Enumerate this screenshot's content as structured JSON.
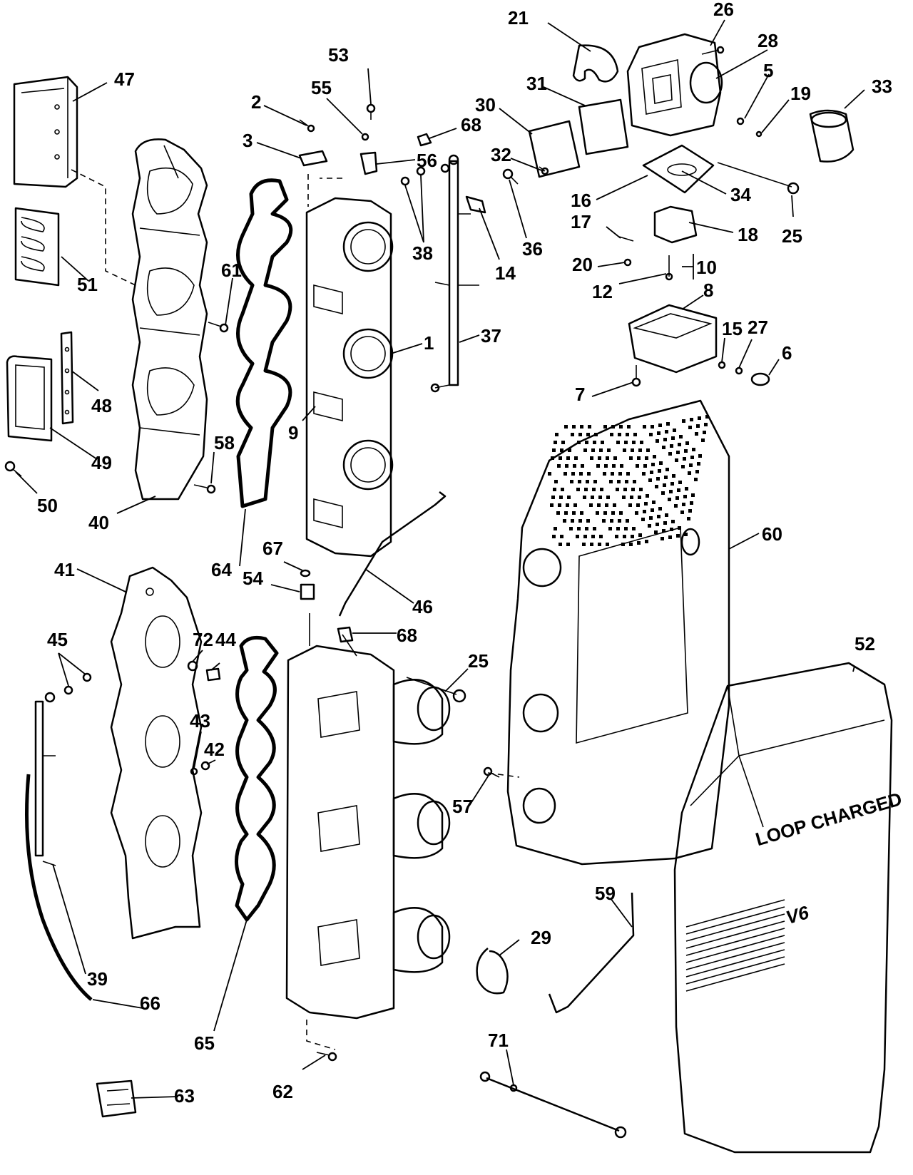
{
  "colors": {
    "ink": "#000000",
    "paper": "#ffffff"
  },
  "decals": {
    "cover_badge": "V6",
    "cover_script": "LOOP CHARGED"
  },
  "callouts": [
    {
      "id": "21",
      "label": "21"
    },
    {
      "id": "26",
      "label": "26"
    },
    {
      "id": "28",
      "label": "28"
    },
    {
      "id": "47",
      "label": "47"
    },
    {
      "id": "53",
      "label": "53"
    },
    {
      "id": "5",
      "label": "5"
    },
    {
      "id": "33",
      "label": "33"
    },
    {
      "id": "31",
      "label": "31"
    },
    {
      "id": "19",
      "label": "19"
    },
    {
      "id": "2",
      "label": "2"
    },
    {
      "id": "55",
      "label": "55"
    },
    {
      "id": "30",
      "label": "30"
    },
    {
      "id": "68a",
      "label": "68"
    },
    {
      "id": "3",
      "label": "3"
    },
    {
      "id": "56",
      "label": "56"
    },
    {
      "id": "32",
      "label": "32"
    },
    {
      "id": "16",
      "label": "16"
    },
    {
      "id": "34",
      "label": "34"
    },
    {
      "id": "38",
      "label": "38"
    },
    {
      "id": "36",
      "label": "36"
    },
    {
      "id": "17",
      "label": "17"
    },
    {
      "id": "18",
      "label": "18"
    },
    {
      "id": "25a",
      "label": "25"
    },
    {
      "id": "14",
      "label": "14"
    },
    {
      "id": "20",
      "label": "20"
    },
    {
      "id": "10",
      "label": "10"
    },
    {
      "id": "61",
      "label": "61"
    },
    {
      "id": "12",
      "label": "12"
    },
    {
      "id": "51",
      "label": "51"
    },
    {
      "id": "8",
      "label": "8"
    },
    {
      "id": "1",
      "label": "1"
    },
    {
      "id": "37",
      "label": "37"
    },
    {
      "id": "15",
      "label": "15"
    },
    {
      "id": "27",
      "label": "27"
    },
    {
      "id": "6",
      "label": "6"
    },
    {
      "id": "48",
      "label": "48"
    },
    {
      "id": "7",
      "label": "7"
    },
    {
      "id": "9",
      "label": "9"
    },
    {
      "id": "58",
      "label": "58"
    },
    {
      "id": "49",
      "label": "49"
    },
    {
      "id": "50",
      "label": "50"
    },
    {
      "id": "40",
      "label": "40"
    },
    {
      "id": "60",
      "label": "60"
    },
    {
      "id": "67",
      "label": "67"
    },
    {
      "id": "64",
      "label": "64"
    },
    {
      "id": "41",
      "label": "41"
    },
    {
      "id": "54",
      "label": "54"
    },
    {
      "id": "46",
      "label": "46"
    },
    {
      "id": "72",
      "label": "72"
    },
    {
      "id": "45",
      "label": "45"
    },
    {
      "id": "44",
      "label": "44"
    },
    {
      "id": "68b",
      "label": "68"
    },
    {
      "id": "52",
      "label": "52"
    },
    {
      "id": "25b",
      "label": "25"
    },
    {
      "id": "43",
      "label": "43"
    },
    {
      "id": "42",
      "label": "42"
    },
    {
      "id": "57",
      "label": "57"
    },
    {
      "id": "59",
      "label": "59"
    },
    {
      "id": "29",
      "label": "29"
    },
    {
      "id": "39",
      "label": "39"
    },
    {
      "id": "65",
      "label": "65"
    },
    {
      "id": "66",
      "label": "66"
    },
    {
      "id": "71",
      "label": "71"
    },
    {
      "id": "63",
      "label": "63"
    },
    {
      "id": "62",
      "label": "62"
    }
  ]
}
